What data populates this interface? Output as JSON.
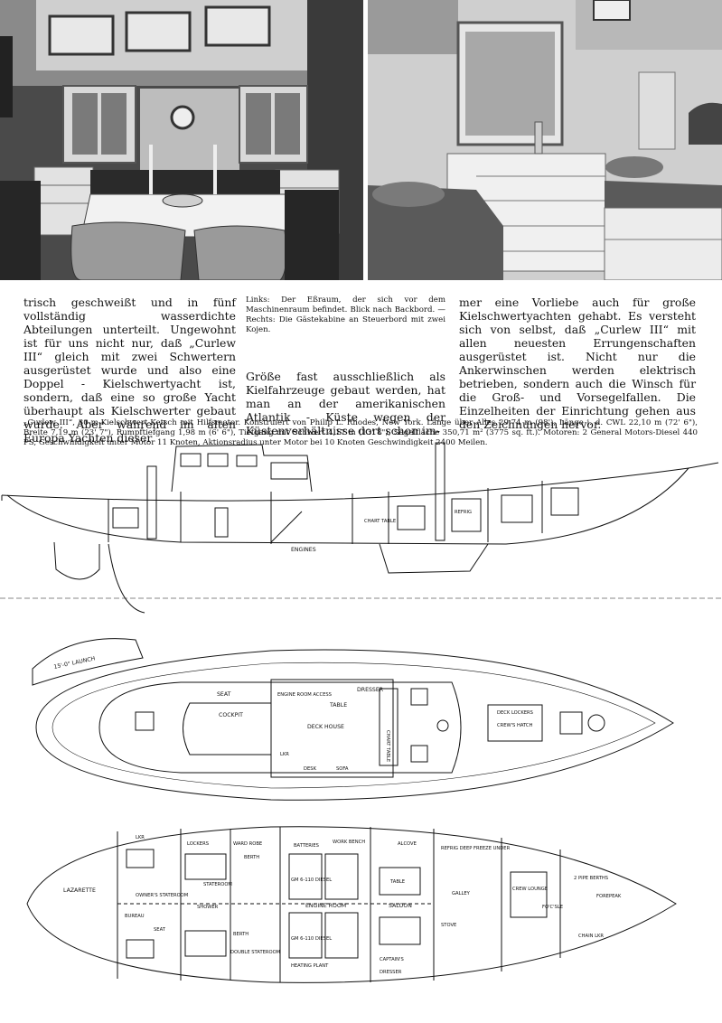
{
  "body_text": {
    "col1": "trisch geschweißt und in fünf vollständig wasserdichte Abteilungen unterteilt. Ungewohnt ist für uns nicht nur, daß „Curlew III“ gleich mit zwei Schwertern ausgerüstet wurde und also eine Doppel - Kielschwertyacht ist, sondern, daß eine so große Yacht überhaupt als Kielschwerter gebaut wurde. Aber während im alten Europa Yachten dieser",
    "col2": "Größe fast ausschließlich als Kielfahrzeuge gebaut werden, hat man an der amerikanischen Atlantik - Küste wegen der Küstenverhältnisse dort schon im-",
    "col3": "mer eine Vorliebe auch für große Kielschwertyachten gehabt. Es versteht sich von selbst, daß „Curlew III“ mit allen neuesten Errungenschaften ausgerüstet ist. Nicht nur die Ankerwinschen werden elektrisch betrieben, sondern auch die Winsch für die Groß- und Vorsegelfallen. Die Einzelheiten der Einrichtung gehen aus den Zeichnungen hervor."
  },
  "photo_caption": "Links: Der Eßraum, der sich vor dem Maschinenraum befindet. Blick nach Backbord. — Rechts: Die Gästekabine an Steuerbord mit zwei Kojen.",
  "specs_caption": "„Curlew III“, 30-m-Kielschwert-Ketsch mit Hilfsmotor. Konstruiert von Philip L. Rhodes, New York. Länge über Alles 29,74 m (98'), Länge i. d. CWL 22,10 m (72' 6\"), Breite 7,19 m (23' 7\"), Rumpftiefgang 1,98 m (6' 6\"), Tiefgang mit Schwert 4,17 m (13' 8\"), Segelfläche 350,71 m² (3775 sq. ft.). Motoren: 2 General Motors-Diesel 440 PS, Geschwindigkeit unter Motor 11 Knoten, Aktionsradius unter Motor bei 10 Knoten Geschwindigkeit 2400 Meilen.",
  "drawing_labels": {
    "side": {
      "engines": "ENGINES",
      "refrig": "REFRIG",
      "chart_table": "CHART TABLE"
    },
    "deck": {
      "launch": "15'-0\" LAUNCH",
      "cockpit": "COCKPIT",
      "seat": "SEAT",
      "engine_room_access": "ENGINE ROOM ACCESS",
      "dresser": "DRESSER",
      "table": "TABLE",
      "deck_house": "DECK HOUSE",
      "chart_table": "CHART TABLE",
      "lkr": "LKR",
      "desk": "DESK",
      "sofa": "SOFA",
      "deck_lockers": "DECK LOCKERS",
      "crews_hatch": "CREW'S HATCH"
    },
    "accom": {
      "lazarette": "LAZARETTE",
      "owners_stateroom": "OWNER'S STATEROOM",
      "bureau": "BUREAU",
      "seat": "SEAT",
      "lockers": "LOCKERS",
      "wardrobe": "WARD ROBE",
      "berth": "BERTH",
      "stateroom": "STATEROOM",
      "double_stateroom": "DOUBLE STATEROOM",
      "shower": "SHOWER",
      "batteries": "BATTERIES",
      "gm_diesel": "GM 6-110 DIESEL",
      "engine_room": "ENGINE ROOM",
      "heating_plant": "HEATING PLANT",
      "work_bench": "WORK BENCH",
      "saloon": "SALOON",
      "table": "TABLE",
      "alcove": "ALCOVE",
      "refrig_freezer": "REFRIG DEEP FREEZE UNDER",
      "galley": "GALLEY",
      "stove": "STOVE",
      "captains": "CAPTAIN'S",
      "dresser": "DRESSER",
      "crew_lounge": "CREW LOUNGE",
      "focsle": "FO'C'SLE",
      "pipe_berths": "2 PIPE BERTHS",
      "forepeak": "FOREPEAK",
      "lkr": "LKR",
      "chain_locker": "CHAIN LKR"
    }
  }
}
